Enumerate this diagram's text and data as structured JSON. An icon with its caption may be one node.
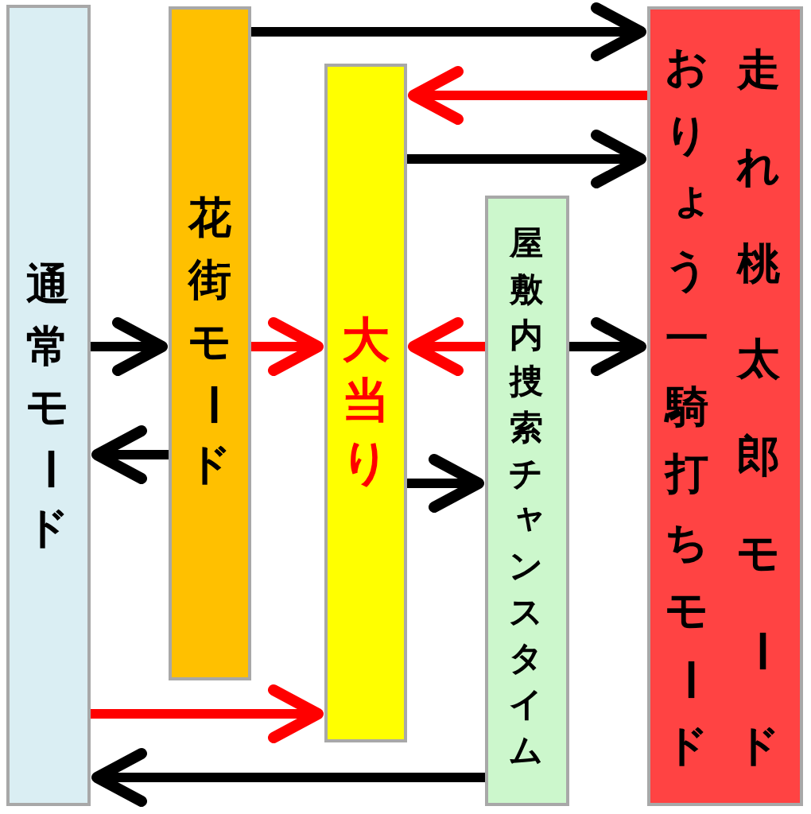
{
  "diagram": {
    "nodes": [
      {
        "text": [
          "通常モード"
        ]
      },
      {
        "text": [
          "花街モード"
        ]
      },
      {
        "text": [
          "大当り"
        ]
      },
      {
        "text": [
          "屋敷内捜索チャンスタイム"
        ]
      },
      {
        "text": [
          "走れ桃太郎モード",
          "おりょう一騎打ちモード"
        ]
      }
    ],
    "edges": [
      {
        "from": 1,
        "to": 4,
        "arrow": "to"
      },
      {
        "from": 4,
        "to": 2,
        "arrow": "to",
        "color": "#ff0000"
      },
      {
        "from": 2,
        "to": 4,
        "arrow": "to"
      },
      {
        "from": 0,
        "to": 1,
        "arrow": "to"
      },
      {
        "from": 1,
        "to": 2,
        "arrow": "to",
        "color": "#ff0000"
      },
      {
        "from": 3,
        "to": 2,
        "arrow": "to",
        "color": "#ff0000"
      },
      {
        "from": 3,
        "to": 4,
        "arrow": "to"
      },
      {
        "from": 1,
        "to": 0,
        "arrow": "to"
      },
      {
        "from": 2,
        "to": 3,
        "arrow": "to"
      },
      {
        "from": 0,
        "to": 2,
        "arrow": "to",
        "color": "#ff0000"
      },
      {
        "from": 3,
        "to": 0,
        "arrow": "to"
      }
    ]
  }
}
